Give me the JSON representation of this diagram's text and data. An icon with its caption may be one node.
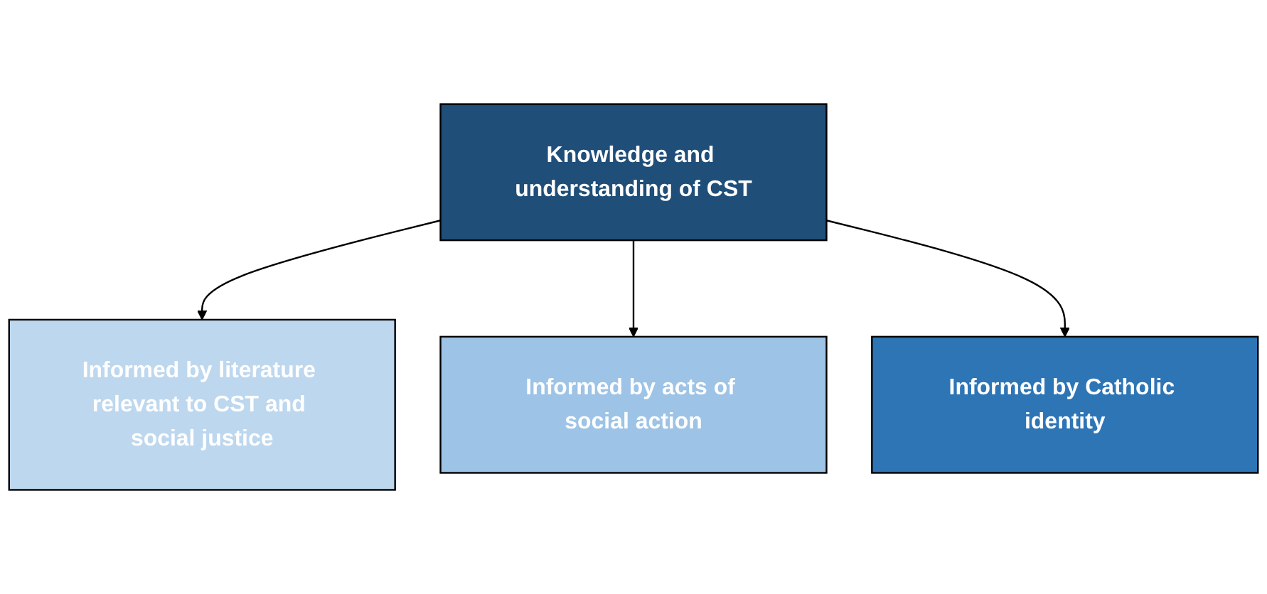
{
  "diagram": {
    "nodes": [
      {
        "text": [
          "Knowledge and understanding of CST"
        ]
      },
      {
        "text": [
          "Informed by literature relevant to CST and social justice"
        ]
      },
      {
        "text": [
          "Informed by acts of social action"
        ]
      },
      {
        "text": [
          "Informed by Catholic identity"
        ]
      }
    ],
    "edges": [
      {
        "from": 0,
        "to": 1,
        "arrow": "to"
      },
      {
        "from": 0,
        "to": 2,
        "arrow": "to"
      },
      {
        "from": 0,
        "to": 3,
        "arrow": "to"
      }
    ]
  }
}
